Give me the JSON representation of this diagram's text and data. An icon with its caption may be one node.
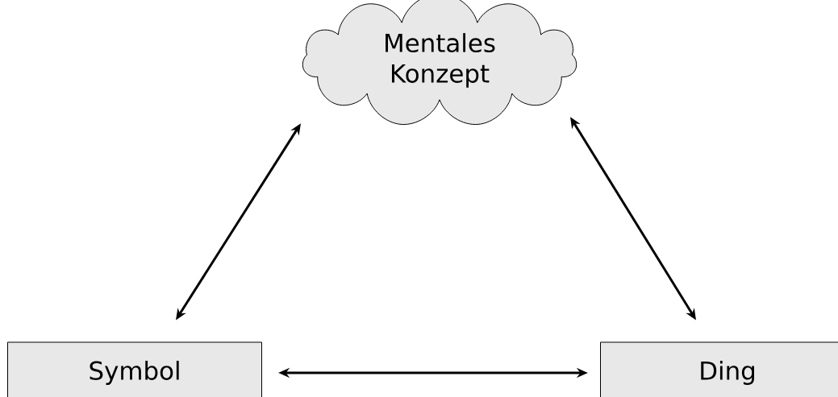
{
  "diagram": {
    "nodes": [
      {
        "text": [
          "Mentales Konzept"
        ]
      },
      {
        "text": [
          "Symbol"
        ]
      },
      {
        "text": [
          "Ding"
        ]
      }
    ],
    "edges": [
      {
        "from": 0,
        "to": 1,
        "arrow": "both"
      },
      {
        "from": 0,
        "to": 2,
        "arrow": "both"
      },
      {
        "from": 1,
        "to": 2,
        "arrow": "both"
      }
    ]
  }
}
